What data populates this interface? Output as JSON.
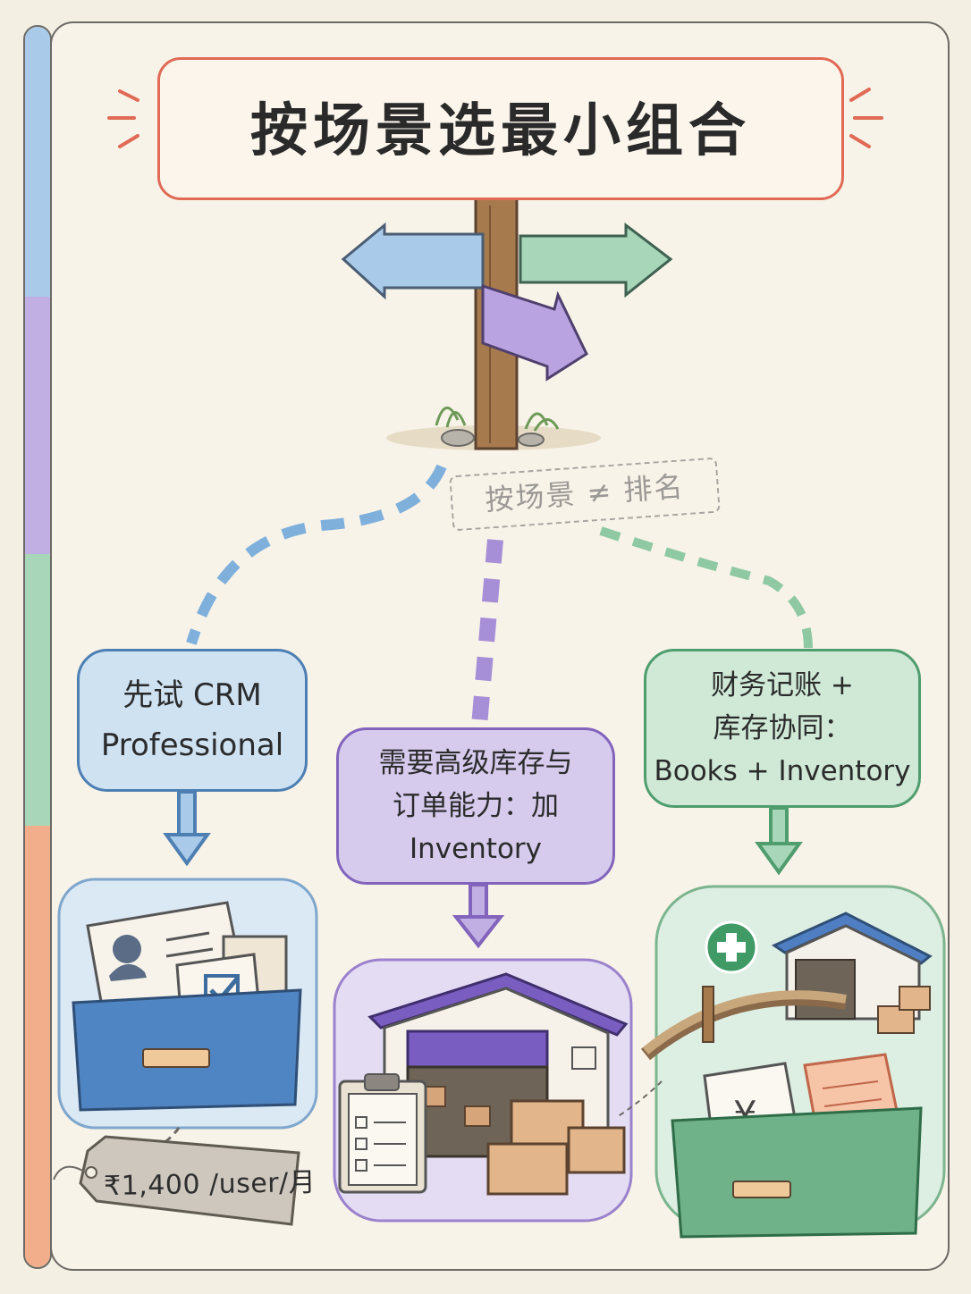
{
  "title": "按场景选最小组合",
  "stamp": "按场景 ≠ 排名",
  "bubbles": {
    "crm": {
      "line1": "先试 CRM",
      "line2": "Professional"
    },
    "inventory": {
      "line1": "需要高级库存与",
      "line2": "订单能力：加",
      "line3": "Inventory"
    },
    "books": {
      "line1": "财务记账 +",
      "line2": "库存协同：",
      "line3": "Books + Inventory"
    }
  },
  "price_tag": "₹1,400 /user/月",
  "colors": {
    "blue": "#4d7fb2",
    "purple": "#8264bd",
    "green": "#4f9d6f",
    "accent": "#e06a55"
  },
  "icons": [
    "signpost-icon",
    "crm-drawer-icon",
    "warehouse-icon",
    "books-inventory-icon",
    "price-tag-icon"
  ]
}
